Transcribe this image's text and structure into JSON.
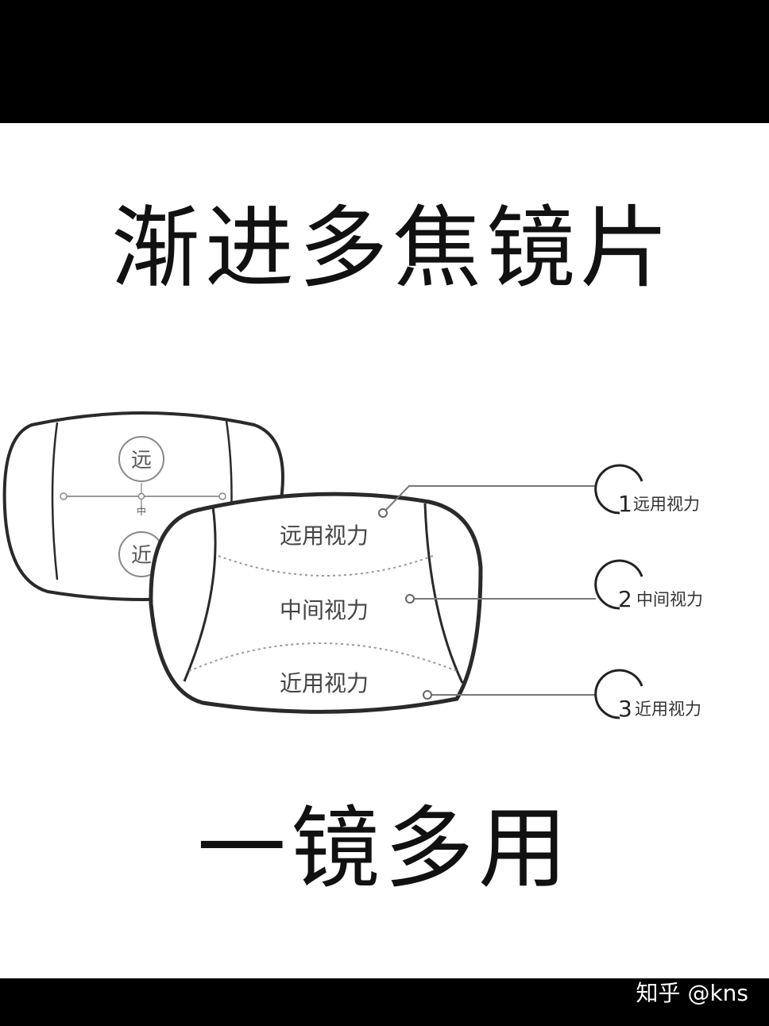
{
  "title": "渐进多焦镜片",
  "slogan": "一镜多用",
  "watermark": "知乎 @kns",
  "back_lens": {
    "top_label": "远",
    "center_label": "中",
    "bottom_label": "近"
  },
  "front_lens": {
    "zones": [
      "远用视力",
      "中间视力",
      "近用视力"
    ]
  },
  "callouts": [
    {
      "number": "1",
      "label": "远用视力"
    },
    {
      "number": "2",
      "label": "中间视力"
    },
    {
      "number": "3",
      "label": "近用视力"
    }
  ],
  "colors": {
    "bar": "#000000",
    "lens_stroke": "#2a2a2a",
    "line": "#777777"
  }
}
